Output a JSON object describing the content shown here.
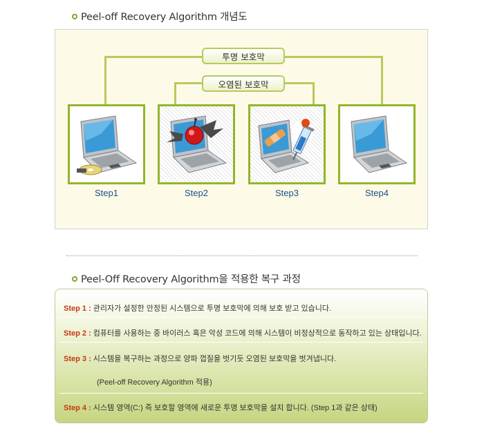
{
  "title1": "Peel-off Recovery Algorithm 개념도",
  "title2": "Peel-Off Recovery Algorithm을 적용한 복구 과정",
  "diagram": {
    "outer_layer": "투명 보호막",
    "inner_layer": "오염된 보호막",
    "steps": [
      "Step1",
      "Step2",
      "Step3",
      "Step4"
    ]
  },
  "process": [
    {
      "name": "Step 1 :",
      "text": "관리자가 설정한 안정된 시스템으로 투명 보호막에 의해 보호 받고 있습니다."
    },
    {
      "name": "Step 2 :",
      "text": "컴퓨터를 사용하는 중 바이러스 혹은 악성 코드에 의해 시스템이 비정상적으로 동작하고 있는 상태입니다."
    },
    {
      "name": "Step 3 :",
      "text": "시스템을 복구하는 과정으로 양파 껍질을 벗기듯 오염된 보호막을 벗겨냅니다.",
      "note": "(Peel-off Recovery Algorithm 적용)"
    },
    {
      "name": "Step 4 :",
      "text": "시스템 영역(C:) 즉 보호할 영역에 새로운 투명 보호막을 설치 합니다. (Step 1과 같은 상태)"
    }
  ]
}
